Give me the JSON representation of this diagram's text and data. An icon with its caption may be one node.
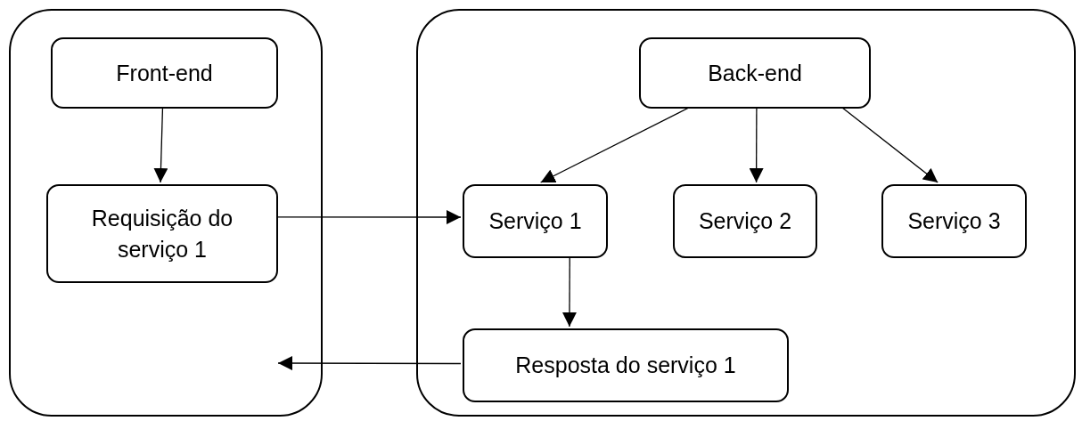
{
  "diagram": {
    "nodes": [
      {
        "text": [],
        "shape": "box"
      },
      {
        "text": [
          "Front-end"
        ],
        "in": 0
      },
      {
        "text": [
          "Requisição do serviço 1"
        ],
        "in": 0
      },
      {
        "text": [],
        "shape": "box"
      },
      {
        "text": [
          "Back-end"
        ],
        "in": 3
      },
      {
        "text": [
          "Serviço 1"
        ],
        "in": 3
      },
      {
        "text": [
          "Serviço 2"
        ],
        "in": 3
      },
      {
        "text": [
          "Serviço 3"
        ],
        "in": 3
      },
      {
        "text": [
          "Resposta do serviço 1"
        ],
        "in": 3
      }
    ],
    "edges": [
      {
        "from": 1,
        "to": 2,
        "arrow": "to"
      },
      {
        "from": 2,
        "to": 5,
        "arrow": "to"
      },
      {
        "from": 4,
        "to": 5,
        "arrow": "to"
      },
      {
        "from": 4,
        "to": 6,
        "arrow": "to"
      },
      {
        "from": 4,
        "to": 7,
        "arrow": "to"
      },
      {
        "from": 5,
        "to": 8,
        "arrow": "to"
      },
      {
        "from": 8,
        "to": null,
        "arrow": "to"
      }
    ]
  }
}
